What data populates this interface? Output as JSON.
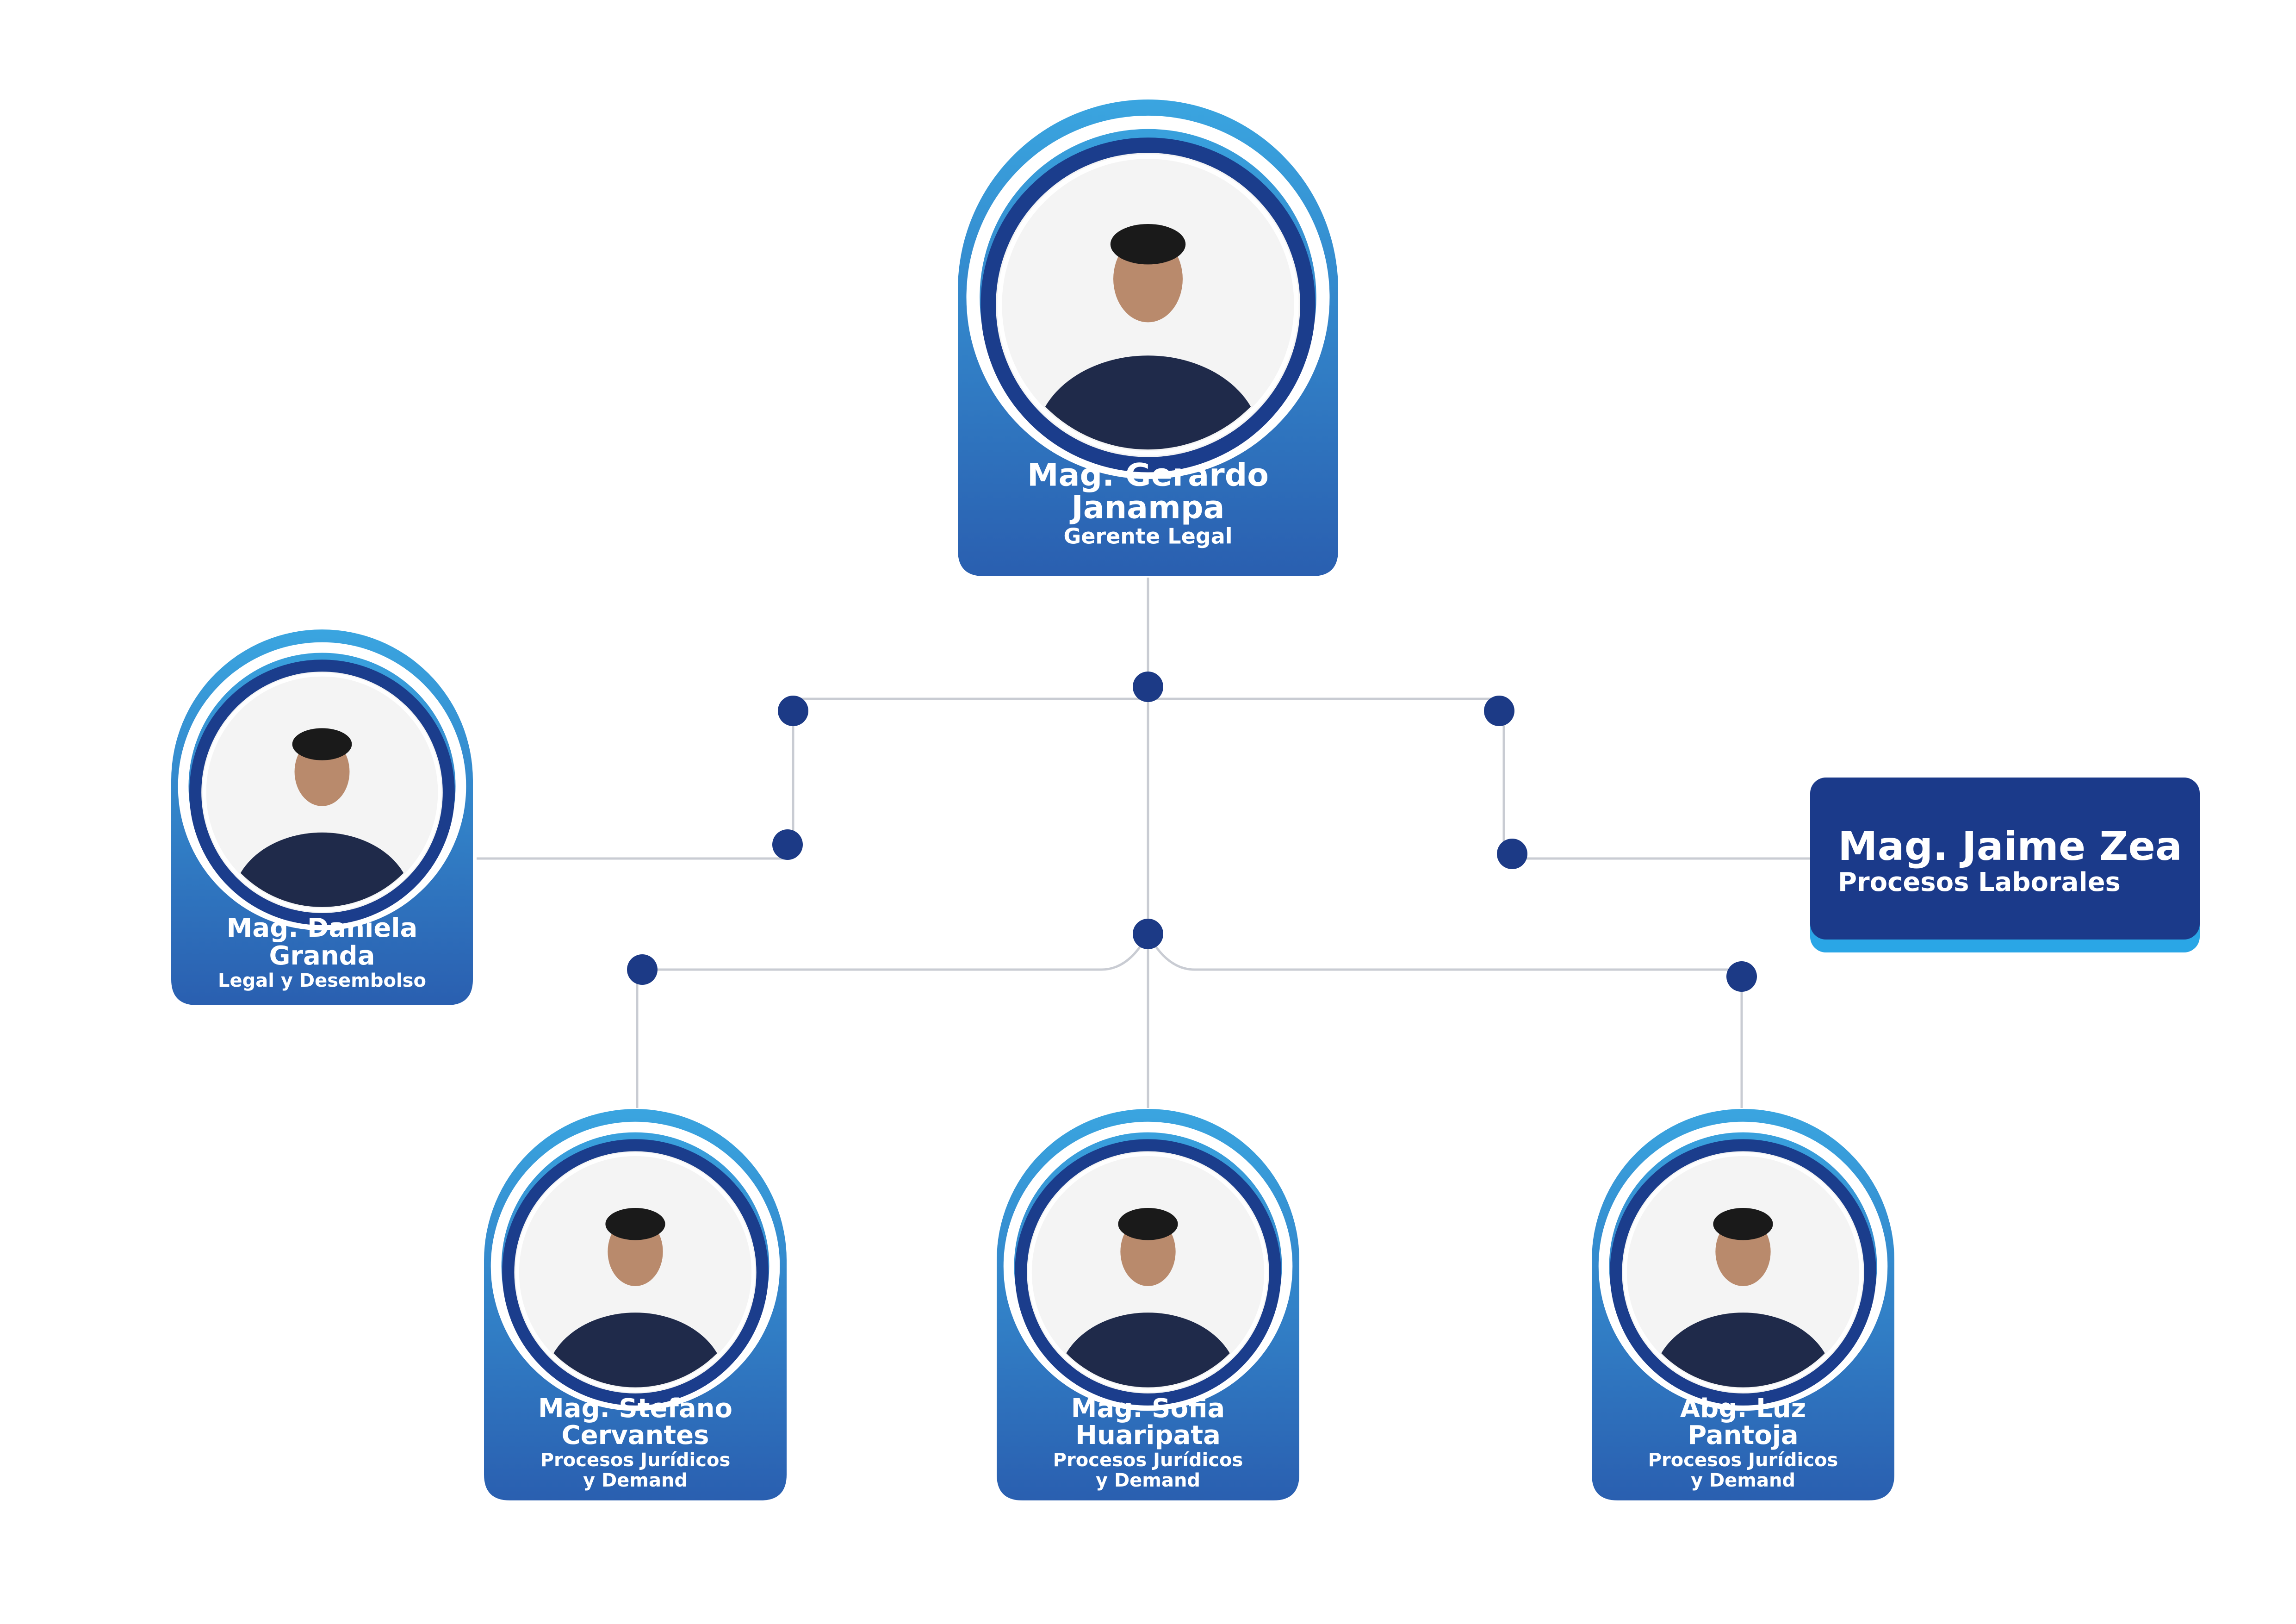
{
  "colors": {
    "card_top": "#3aa5e0",
    "card_bottom": "#2a5fb0",
    "frame_light": "#2d8fd6",
    "frame_dark": "#1b3d8c",
    "photo_bg": "#f4f4f4",
    "node": "#1c3a86",
    "connector": "#c9ccd3",
    "box_dark": "#1b3a8a",
    "box_accent": "#2aa6e6"
  },
  "people": {
    "gerardo": {
      "name_line1": "Mag. Gerardo",
      "name_line2": "Janampa",
      "role_line1": "Gerente Legal",
      "role_line2": ""
    },
    "daniela": {
      "name_line1": "Mag. Daniela",
      "name_line2": "Granda",
      "role_line1": "Legal y Desembolso",
      "role_line2": ""
    },
    "stefano": {
      "name_line1": "Mag. Stefano",
      "name_line2": "Cervantes",
      "role_line1": "Procesos Jurídicos",
      "role_line2": "y Demand"
    },
    "sofia": {
      "name_line1": "Mag. Sofia",
      "name_line2": "Huaripata",
      "role_line1": "Procesos Jurídicos",
      "role_line2": "y Demand"
    },
    "luz": {
      "name_line1": "Abg. Luz",
      "name_line2": "Pantoja",
      "role_line1": "Procesos Jurídicos",
      "role_line2": "y Demand"
    }
  },
  "jaime": {
    "name": "Mag. Jaime Zea",
    "role": "Procesos Laborales"
  }
}
